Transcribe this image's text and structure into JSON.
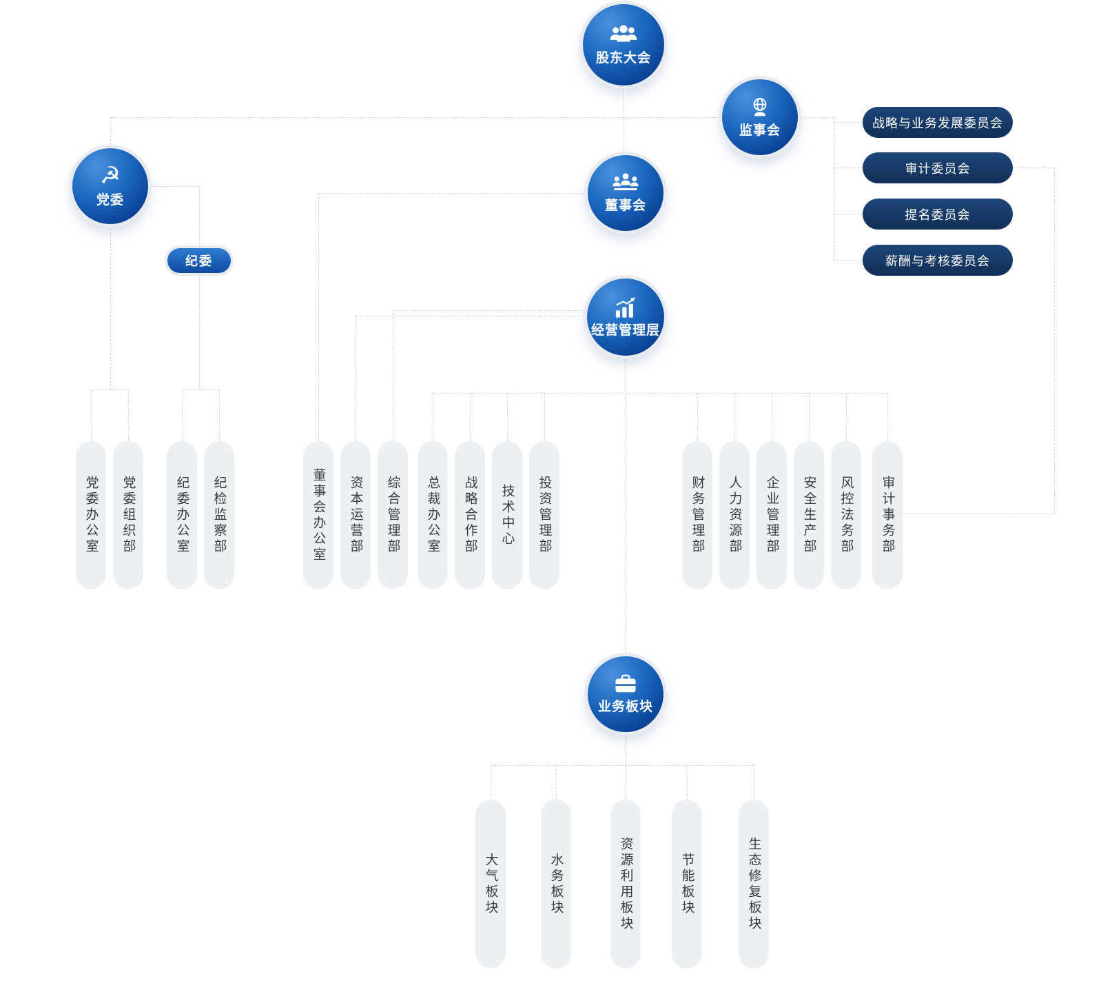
{
  "palette": {
    "node_blue_light": "#2f7cd2",
    "node_blue_dark": "#0b4296",
    "committee_navy": "#14315c",
    "pill_gray": "#edf0f3",
    "line_gray": "#d2d6db"
  },
  "nodes": {
    "shareholders": "股东大会",
    "supervisory_board": "监事会",
    "party_committee": "党委",
    "discipline_committee": "纪委",
    "board_of_directors": "董事会",
    "management_team": "经营管理层",
    "business_segments_node": "业务板块"
  },
  "icons": {
    "party_emblem_glyph": "☭"
  },
  "board_committees": {
    "items": [
      "战略与业务发展委员会",
      "审计委员会",
      "提名委员会",
      "薪酬与考核委员会"
    ]
  },
  "party_departments": {
    "items": [
      "党委办公室",
      "党委组织部",
      "纪委办公室",
      "纪检监察部"
    ]
  },
  "management_departments": {
    "items": [
      "董事会办公室",
      "资本运营部",
      "综合管理部",
      "总裁办公室",
      "战略合作部",
      "技术中心",
      "投资管理部"
    ]
  },
  "functional_departments": {
    "items": [
      "财务管理部",
      "人力资源部",
      "企业管理部",
      "安全生产部",
      "风控法务部",
      "审计事务部"
    ]
  },
  "business_segments": {
    "items": [
      "大气板块",
      "水务板块",
      "资源利用板块",
      "节能板块",
      "生态修复板块"
    ]
  }
}
